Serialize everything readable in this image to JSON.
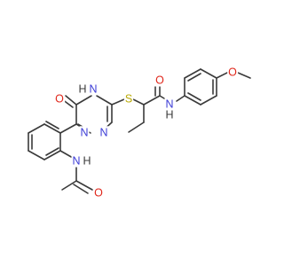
{
  "colors": {
    "bond": "#3a3a3a",
    "N": "#3b3bd6",
    "O": "#e0261a",
    "S": "#b8a800",
    "background": "#ffffff"
  },
  "labels": {
    "o_ring": "O",
    "nh_ring": "H",
    "n_ring_h": "N",
    "s_link": "S",
    "o_amide": "O",
    "nh_amide": "N",
    "h_amide": "H",
    "n_ring_5": "N",
    "n_ring_6": "N",
    "o_methoxy": "O",
    "nh_acetamide": "N",
    "h_acetamide": "H",
    "o_acetamide": "O"
  }
}
